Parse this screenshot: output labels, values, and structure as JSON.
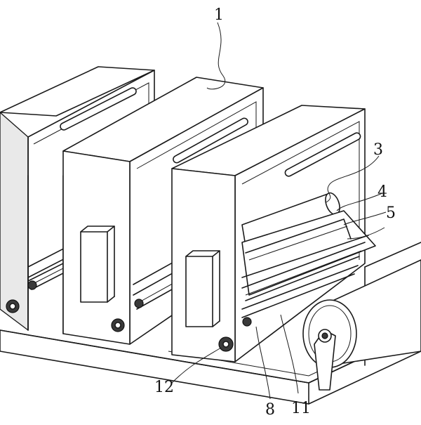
{
  "callouts": [
    {
      "id": "c1",
      "text": "1"
    },
    {
      "id": "c3",
      "text": "3"
    },
    {
      "id": "c4",
      "text": "4"
    },
    {
      "id": "c5",
      "text": "5"
    },
    {
      "id": "c8",
      "text": "8"
    },
    {
      "id": "c11",
      "text": "11"
    },
    {
      "id": "c12",
      "text": "12"
    }
  ]
}
